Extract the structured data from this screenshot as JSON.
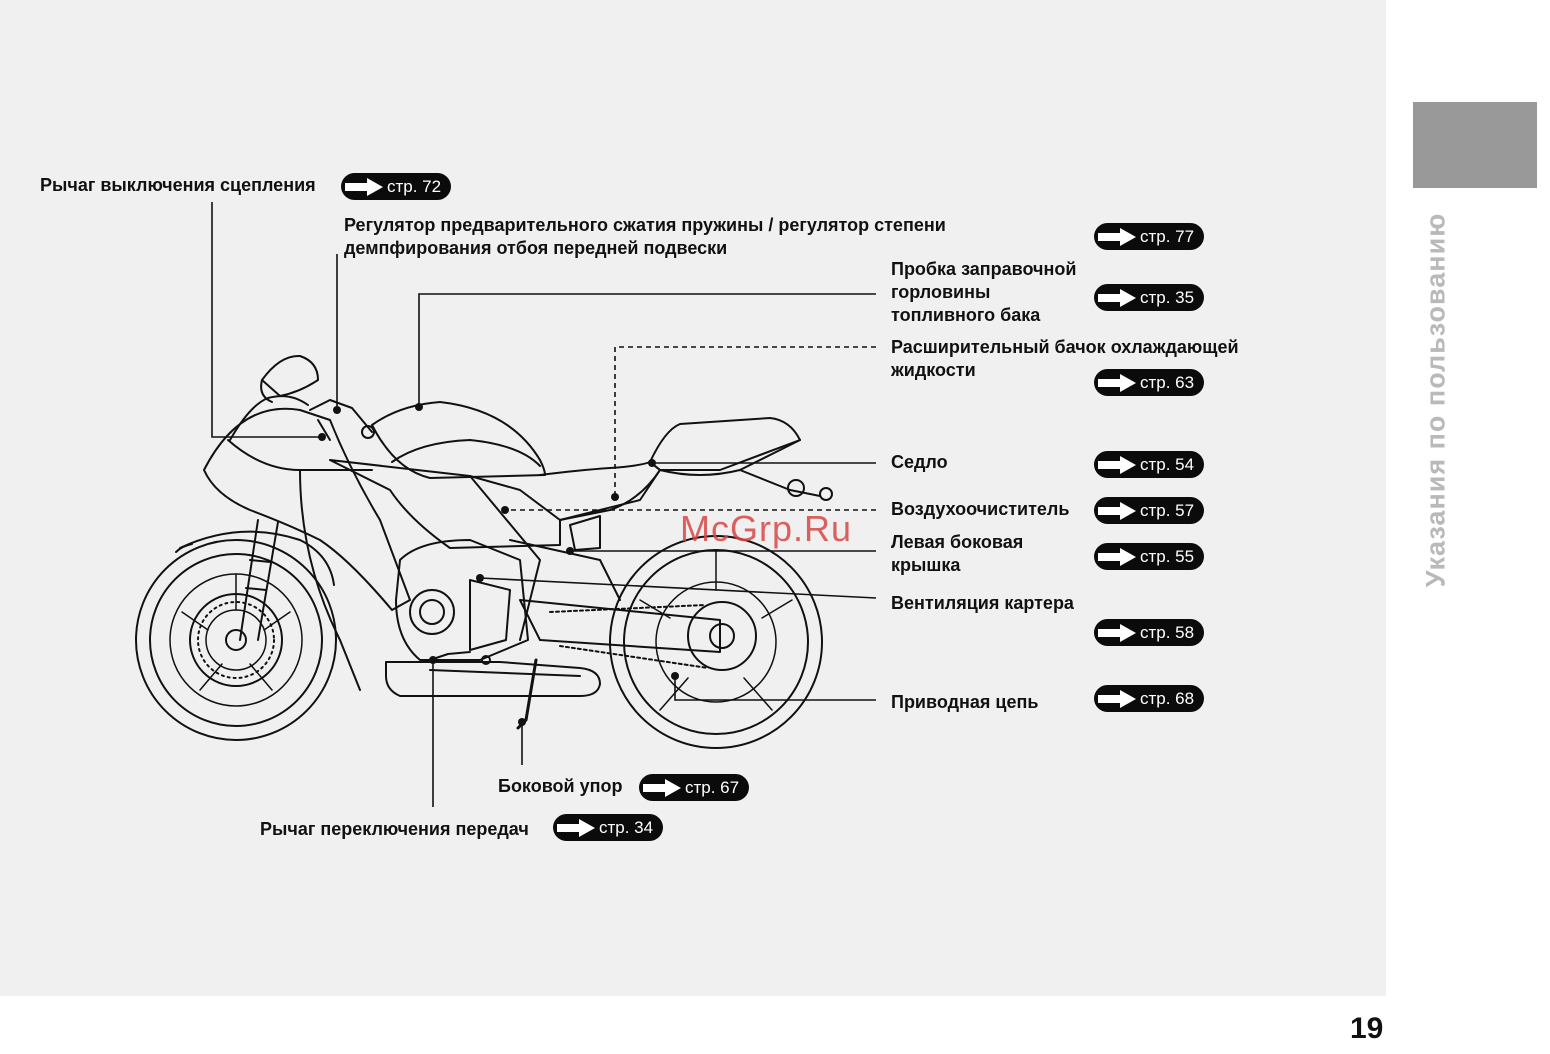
{
  "page": {
    "number": "19",
    "section_title": "Указания по пользованию",
    "watermark": "McGrp.Ru"
  },
  "callouts": [
    {
      "id": "clutch-lever",
      "label": "Рычаг выключения сцепления",
      "ref": "стр. 72"
    },
    {
      "id": "front-suspension-adjuster",
      "label": "Регулятор предварительного сжатия пружины / регулятор степени\nдемпфирования отбоя передней подвески",
      "ref": "стр. 77"
    },
    {
      "id": "fuel-filler-cap",
      "label": "Пробка заправочной\nгорловины\nтопливного бака",
      "ref": "стр. 35"
    },
    {
      "id": "coolant-reservoir",
      "label": "Расширительный бачок охлаждающей\nжидкости",
      "ref": "стр. 63"
    },
    {
      "id": "seat",
      "label": "Седло",
      "ref": "стр. 54"
    },
    {
      "id": "air-cleaner",
      "label": "Воздухоочиститель",
      "ref": "стр. 57"
    },
    {
      "id": "left-side-cover",
      "label": "Левая боковая\nкрышка",
      "ref": "стр. 55"
    },
    {
      "id": "crankcase-breather",
      "label": "Вентиляция картера",
      "ref": "стр. 58"
    },
    {
      "id": "drive-chain",
      "label": "Приводная цепь",
      "ref": "стр. 68"
    },
    {
      "id": "side-stand",
      "label": "Боковой упор",
      "ref": "стр. 67"
    },
    {
      "id": "shift-lever",
      "label": "Рычаг переключения передач",
      "ref": "стр. 34"
    }
  ]
}
